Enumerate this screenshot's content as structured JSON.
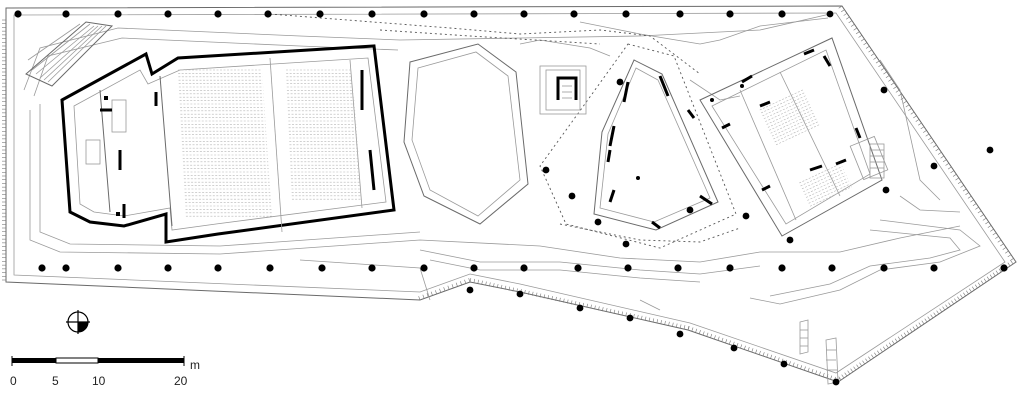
{
  "scale_bar": {
    "labels": [
      "0",
      "5",
      "10",
      "20"
    ],
    "unit": "m"
  }
}
